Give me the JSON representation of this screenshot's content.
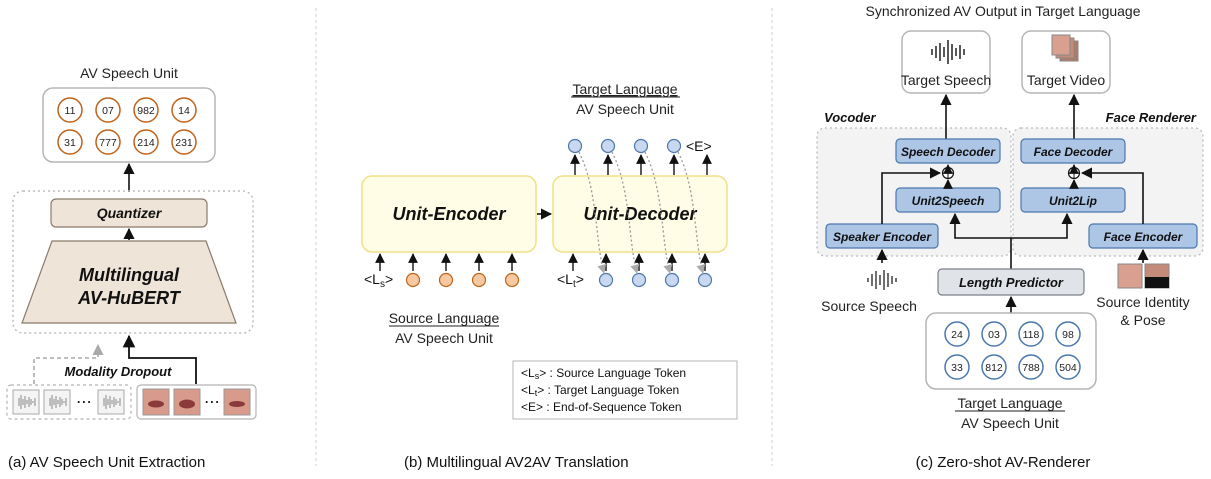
{
  "panel_a": {
    "caption": "(a) AV Speech Unit Extraction",
    "unit_title": "AV Speech Unit",
    "units": [
      "11",
      "07",
      "982",
      "14",
      "31",
      "777",
      "214",
      "231"
    ],
    "quantizer": "Quantizer",
    "encoder_line1": "Multilingual",
    "encoder_line2": "AV-HuBERT",
    "modality_dropout": "Modality Dropout",
    "ellipsis": "⋯"
  },
  "panel_b": {
    "caption": "(b) Multilingual AV2AV Translation",
    "target_title_line1": "Target Language",
    "target_title_line2": "AV Speech Unit",
    "encoder": "Unit-Encoder",
    "decoder": "Unit-Decoder",
    "ls": "<L",
    "ls_sub": "s",
    "lt": "<L",
    "lt_sub": "t",
    "close": ">",
    "eos": "<E>",
    "source_title_line1": "Source Language",
    "source_title_line2": "AV Speech Unit",
    "legend": [
      {
        "token": "<L",
        "sub": "s",
        "close": ">",
        "text": " : Source Language Token"
      },
      {
        "token": "<L",
        "sub": "t",
        "close": ">",
        "text": " : Target Language Token"
      },
      {
        "token": "<E>",
        "sub": "",
        "close": "",
        "text": " : End-of-Sequence Token"
      }
    ]
  },
  "panel_c": {
    "caption": "(c) Zero-shot AV-Renderer",
    "top_title": "Synchronized AV Output in Target Language",
    "target_speech": "Target Speech",
    "target_video": "Target Video",
    "vocoder": "Vocoder",
    "face_renderer": "Face Renderer",
    "speech_decoder": "Speech Decoder",
    "face_decoder": "Face Decoder",
    "unit2speech": "Unit2Speech",
    "unit2lip": "Unit2Lip",
    "speaker_encoder": "Speaker Encoder",
    "face_encoder": "Face Encoder",
    "length_predictor": "Length Predictor",
    "source_speech": "Source Speech",
    "source_identity_line1": "Source Identity",
    "source_identity_line2": "& Pose",
    "units": [
      "24",
      "03",
      "118",
      "98",
      "33",
      "812",
      "788",
      "504"
    ],
    "bottom_title_line1": "Target Language",
    "bottom_title_line2": "AV Speech Unit"
  },
  "colors": {
    "unit_orange": "#c0631b",
    "encoder_tan": "#efe4d8",
    "yellow_fill": "#fffde6",
    "yellow_stroke": "#f0e08a",
    "blue_fill": "#aec6e6",
    "blue_stroke": "#4b78ad",
    "gray_fill": "#e0e3e8"
  }
}
